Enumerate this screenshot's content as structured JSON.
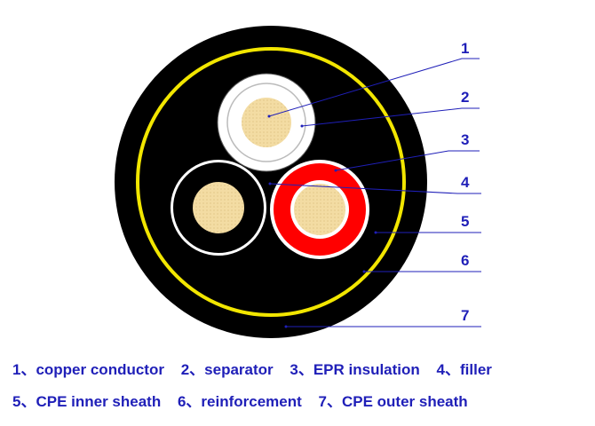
{
  "diagram": {
    "colors": {
      "outer_sheath": "#000000",
      "reinforcement": "#f2e600",
      "conductor": "#f3dca3",
      "white_core": "#ffffff",
      "black_core": "#000000",
      "red_core": "#ff0000",
      "callout": "#1f1fb8"
    },
    "callouts": [
      {
        "number": "1"
      },
      {
        "number": "2"
      },
      {
        "number": "3"
      },
      {
        "number": "4"
      },
      {
        "number": "5"
      },
      {
        "number": "6"
      },
      {
        "number": "7"
      }
    ]
  },
  "legend": {
    "row1": [
      "1、copper conductor",
      "2、separator",
      "3、EPR insulation",
      "4、filler"
    ],
    "row2": [
      "5、CPE inner sheath",
      "6、reinforcement",
      "7、CPE outer sheath"
    ]
  }
}
